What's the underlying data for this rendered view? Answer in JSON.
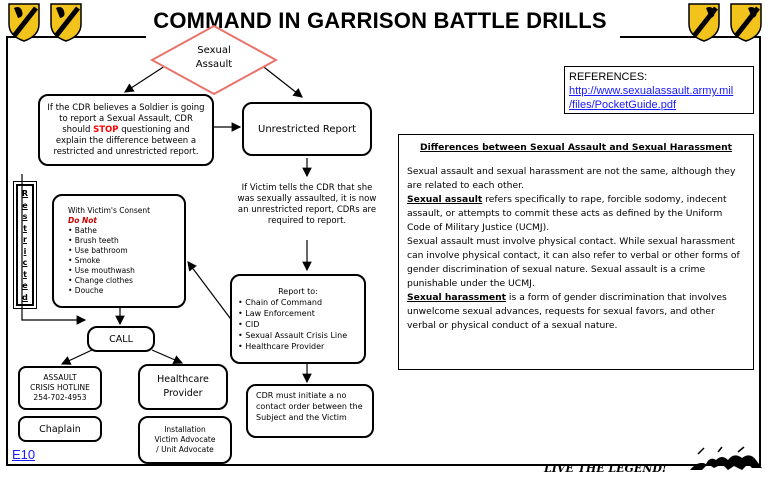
{
  "header": {
    "title": "COMMAND IN GARRISON BATTLE DRILLS"
  },
  "diamond": {
    "line1": "Sexual",
    "line2": "Assault"
  },
  "believe_box": {
    "before": "If the CDR believes a Soldier is going to report a Sexual Assault, CDR should ",
    "stop": "STOP",
    "after": " questioning and explain the difference between a restricted and unrestricted report."
  },
  "unrestricted_box": {
    "text": "Unrestricted Report"
  },
  "victim_tells": {
    "text": "If Victim tells the CDR that she was sexually assaulted, it is now an unrestricted report, CDRs are required to report."
  },
  "restricted_label": {
    "letters": [
      "R",
      "e",
      "s",
      "t",
      "r",
      "i",
      "c",
      "t",
      "e",
      "d"
    ]
  },
  "consent_box": {
    "heading": "With Victim's Consent",
    "do_not": "Do Not",
    "items": [
      "Bathe",
      "Brush teeth",
      "Use bathroom",
      "Smoke",
      "Use mouthwash",
      "Change clothes",
      "Douche"
    ]
  },
  "report_to": {
    "heading": "Report to:",
    "items": [
      "Chain of Command",
      "Law Enforcement",
      "CID",
      "Sexual Assault Crisis Line",
      "Healthcare Provider"
    ]
  },
  "call_box": {
    "text": "CALL"
  },
  "hotline_box": {
    "line1": "ASSAULT",
    "line2": "CRISIS HOTLINE",
    "line3": "254-702-4953"
  },
  "healthcare_box": {
    "line1": "Healthcare",
    "line2": "Provider"
  },
  "chaplain_box": {
    "text": "Chaplain"
  },
  "advocate_box": {
    "line1": "Installation",
    "line2": "Victim Advocate",
    "line3": "/ Unit Advocate"
  },
  "no_contact": {
    "text": "CDR must initiate a no contact order between the Subject and the Victim"
  },
  "references": {
    "label": "REFERENCES:",
    "link_line1": "http://www.sexualassault.army.mil",
    "link_line2": "/files/PocketGuide.pdf"
  },
  "differences": {
    "heading": "Differences between Sexual Assault and Sexual Harassment",
    "p1": "Sexual assault and sexual harassment are not the same, although they are related to each other.",
    "sa_term": "Sexual assault",
    "sa_def": " refers specifically to rape, forcible sodomy, indecent assault, or attempts to commit these acts as defined by the Uniform Code of Military Justice (UCMJ).",
    "p3": "Sexual assault must involve physical contact.  While sexual harassment can involve physical contact, it can also refer to verbal or other forms of gender discrimination of sexual nature.  Sexual assault is a crime punishable under the UCMJ.",
    "sh_term": "Sexual harassment",
    "sh_def": " is a form of gender discrimination that involves unwelcome sexual advances, requests for sexual favors, and other verbal or physical conduct of a sexual nature."
  },
  "footer": {
    "code": "E10",
    "motto": "LIVE THE LEGEND!"
  },
  "colors": {
    "stop": "#ff0000",
    "do_not": "#cc0000",
    "link": "#1a1aff",
    "emblem_yellow": "#f2c31b"
  }
}
